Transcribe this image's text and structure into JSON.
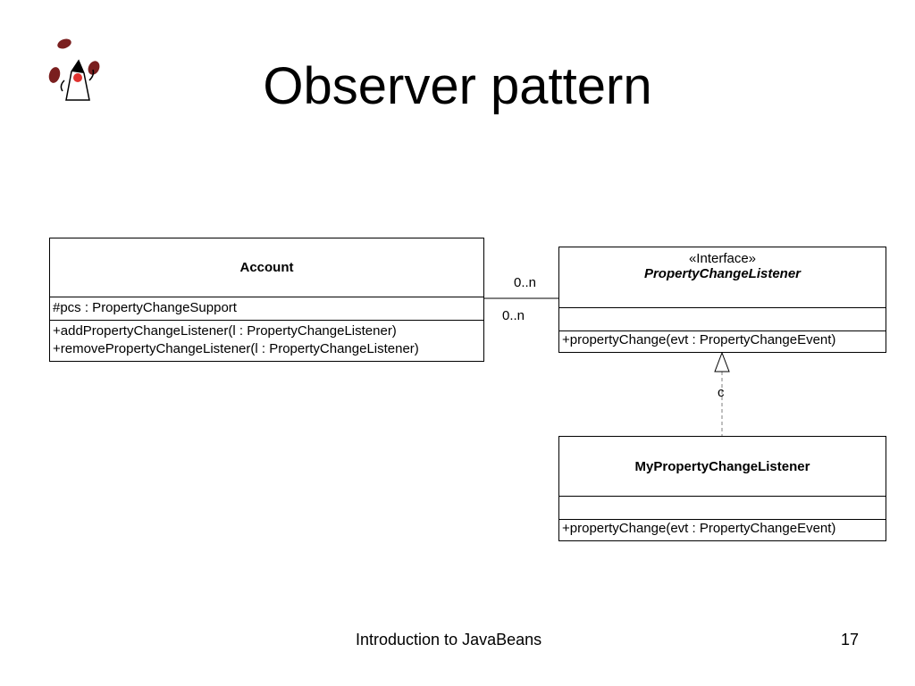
{
  "slide": {
    "title": "Observer pattern",
    "footer": "Introduction to JavaBeans",
    "page_number": "17"
  },
  "diagram": {
    "account": {
      "name": "Account",
      "attributes": [
        "#pcs : PropertyChangeSupport"
      ],
      "operations": [
        "+addPropertyChangeListener(l : PropertyChangeListener)",
        "+removePropertyChangeListener(l : PropertyChangeListener)"
      ]
    },
    "listener_interface": {
      "stereotype": "«Interface»",
      "name": "PropertyChangeListener",
      "operations": [
        "+propertyChange(evt : PropertyChangeEvent)"
      ]
    },
    "my_listener": {
      "name": "MyPropertyChangeListener",
      "operations": [
        "+propertyChange(evt : PropertyChangeEvent)"
      ]
    },
    "association": {
      "multiplicity_top": "0..n",
      "multiplicity_bottom": "0..n"
    },
    "realization": {
      "label": "c"
    }
  },
  "colors": {
    "line": "#000000",
    "dashed_line": "#7f7f7f",
    "logo_bean": "#7a1f1f",
    "logo_nose": "#e0322f"
  },
  "icons": [
    "duke-juggling-beans-logo-icon"
  ]
}
